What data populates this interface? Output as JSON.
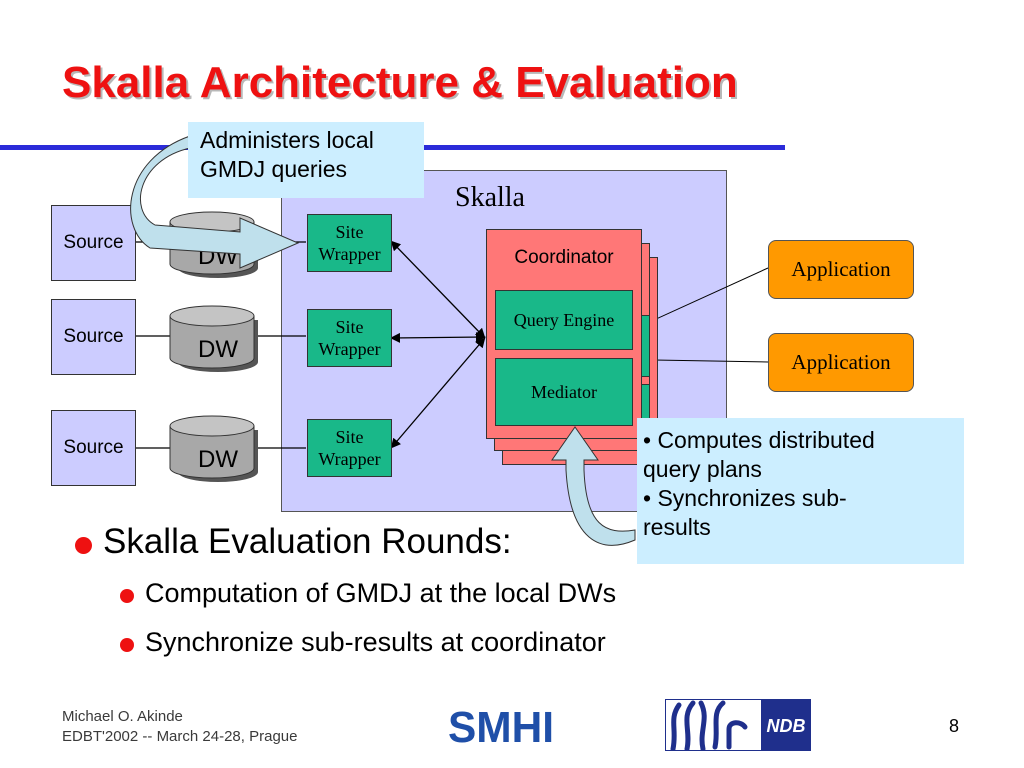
{
  "slide": {
    "title": "Skalla Architecture & Evaluation",
    "page_number": "8"
  },
  "diagram": {
    "skalla_label": "Skalla",
    "sources": [
      "Source",
      "Source",
      "Source"
    ],
    "dw_labels": [
      "DW",
      "DW",
      "DW"
    ],
    "site_wrappers": [
      "Site\nWrapper",
      "Site\nWrapper",
      "Site\nWrapper"
    ],
    "coordinator_label": "Coordinator",
    "query_engine_label": "Query Engine",
    "mediator_label": "Mediator",
    "applications": [
      "Application",
      "Application"
    ],
    "callout_top": {
      "line1": "Administers local",
      "line2": "GMDJ queries"
    },
    "callout_right": {
      "line1": "• Computes distributed",
      "line2": "query plans",
      "line3": "• Synchronizes sub-",
      "line4": "results"
    }
  },
  "bullets": {
    "main": "Skalla Evaluation Rounds:",
    "sub": [
      "Computation of GMDJ at the local DWs",
      "Synchronize sub-results at coordinator"
    ]
  },
  "footer": {
    "author": "Michael O. Akinde",
    "event": "EDBT'2002 -- March 24-28, Prague",
    "logo_smhi_text": "SMHI",
    "logo_ndb_text": "NDB"
  },
  "colors": {
    "title_red": "#ee1111",
    "rule_blue": "#2b2bd9",
    "skalla_bg": "#ccccff",
    "wrapper_green": "#19b889",
    "coordinator_red": "#ff7777",
    "application_orange": "#ff9900",
    "callout_blue": "#cceeff",
    "arrow_fill": "#bfe0ec"
  }
}
